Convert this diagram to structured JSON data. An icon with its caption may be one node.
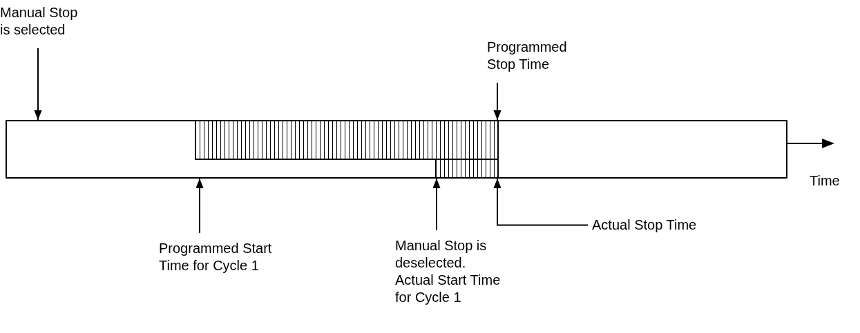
{
  "diagram": {
    "nodes": [
      {
        "text": [
          "Manual Stop is selected"
        ]
      },
      {
        "text": [
          "Programmed Stop Time"
        ]
      },
      {
        "text": [],
        "shape": "bar"
      },
      {
        "text": [],
        "shape": "bar",
        "in": 2
      },
      {
        "text": [],
        "shape": "bar",
        "in": 2
      },
      {
        "text": [
          "Programmed Start Time for Cycle 1"
        ]
      },
      {
        "text": [
          "Manual Stop is deselected. Actual Start Time for Cycle 1"
        ]
      },
      {
        "text": [
          "Actual Stop Time"
        ]
      }
    ],
    "edges": [
      {
        "from": 0,
        "to": 2,
        "arrow": "to"
      },
      {
        "from": 1,
        "to": 3,
        "arrow": "to"
      },
      {
        "from": 5,
        "to": 2,
        "arrow": "to"
      },
      {
        "from": 6,
        "to": 4,
        "arrow": "to"
      },
      {
        "from": 7,
        "to": 4,
        "arrow": "to"
      }
    ],
    "labels": [
      "Time"
    ]
  }
}
